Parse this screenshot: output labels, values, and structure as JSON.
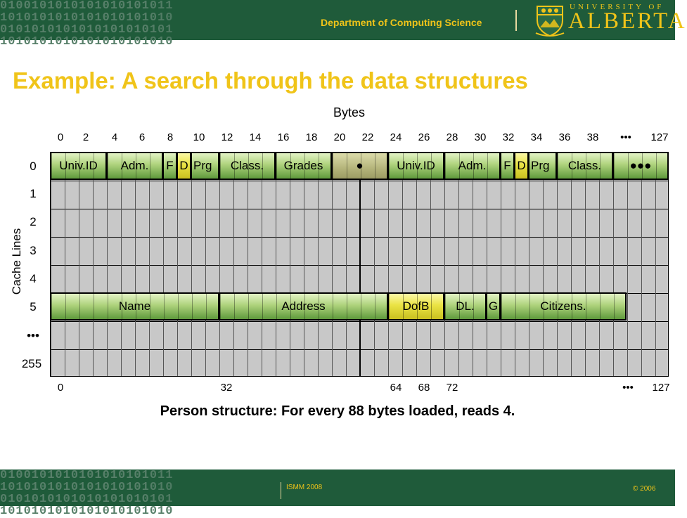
{
  "header": {
    "department": "Department of Computing Science",
    "university_small": "UNIVERSITY OF",
    "university_big": "ALBERTA",
    "binary_pattern": "0100101010101010101011\n1010101010101010101010\n0101010101010101010101\n1010101010101010101010"
  },
  "title": "Example: A search through the data structures",
  "bytes_label": "Bytes",
  "cache_lines_label": "Cache Lines",
  "top_ticks": [
    "0",
    "2",
    "4",
    "6",
    "8",
    "10",
    "12",
    "14",
    "16",
    "18",
    "20",
    "22",
    "24",
    "26",
    "28",
    "30",
    "32",
    "34",
    "36",
    "38",
    "•••",
    "127"
  ],
  "bottom_ticks": [
    "0",
    "32",
    "64",
    "68",
    "72",
    "•••",
    "127"
  ],
  "row_labels": [
    "0",
    "1",
    "2",
    "3",
    "4",
    "5",
    "•••",
    "255"
  ],
  "fields": [
    {
      "label": "Univ.ID",
      "color": "green"
    },
    {
      "label": "Adm.",
      "color": "green"
    },
    {
      "label": "F",
      "color": "green"
    },
    {
      "label": "D",
      "color": "yellow"
    },
    {
      "label": "Prg",
      "color": "green"
    },
    {
      "label": "Class.",
      "color": "green"
    },
    {
      "label": "Grades",
      "color": "green"
    },
    {
      "label": "●",
      "color": "olive"
    },
    {
      "label": "Univ.ID",
      "color": "green"
    },
    {
      "label": "Adm.",
      "color": "green"
    },
    {
      "label": "F",
      "color": "green"
    },
    {
      "label": "D",
      "color": "yellow"
    },
    {
      "label": "Prg",
      "color": "green"
    },
    {
      "label": "Class.",
      "color": "green"
    },
    {
      "label": "●●●",
      "color": "green"
    },
    {
      "label": "Name",
      "color": "green"
    },
    {
      "label": "Address",
      "color": "green"
    },
    {
      "label": "DofB",
      "color": "yellow"
    },
    {
      "label": "DL.",
      "color": "green"
    },
    {
      "label": "G",
      "color": "green"
    },
    {
      "label": "Citizens.",
      "color": "green"
    }
  ],
  "caption": "Person structure: For every 88 bytes loaded, reads 4.",
  "footer": {
    "event": "ISMM 2008",
    "copyright": "© 2006"
  },
  "colors": {
    "band": "#1f5b3a",
    "accent": "#f0c419",
    "field_green": "#aed27c",
    "field_yellow": "#eae344",
    "grid": "#c8c8c8"
  }
}
